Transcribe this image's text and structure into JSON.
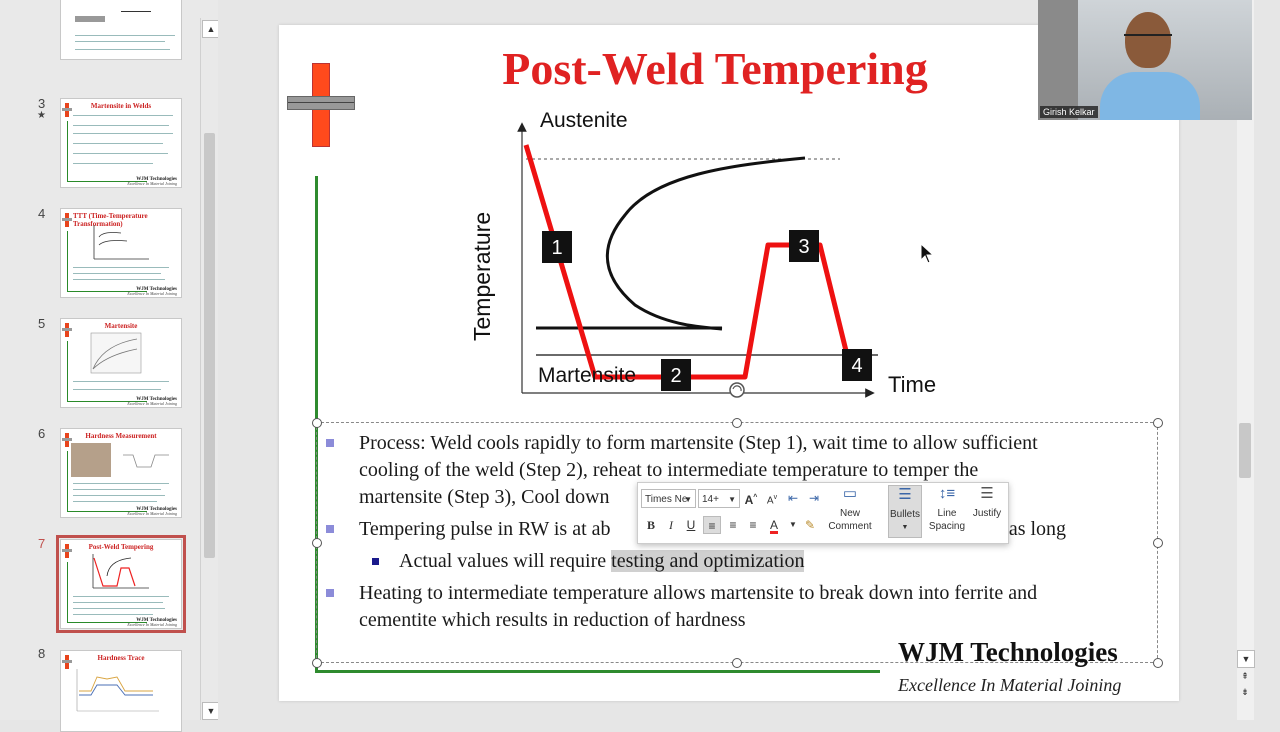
{
  "slide_panel": {
    "slides": [
      {
        "num": "",
        "title": ""
      },
      {
        "num": "3",
        "title": "Martensite in Welds",
        "star": "★",
        "foot": "WJM Technologies",
        "foot_sub": "Excellence In Material Joining"
      },
      {
        "num": "4",
        "title": "TTT (Time-Temperature Transformation)",
        "foot": "WJM Technologies",
        "foot_sub": "Excellence In Material Joining"
      },
      {
        "num": "5",
        "title": "Martensite",
        "foot": "WJM Technologies",
        "foot_sub": "Excellence In Material Joining"
      },
      {
        "num": "6",
        "title": "Hardness Measurement",
        "foot": "WJM Technologies",
        "foot_sub": "Excellence In Material Joining"
      },
      {
        "num": "7",
        "title": "Post-Weld Tempering",
        "foot": "WJM Technologies",
        "foot_sub": "Excellence In Material Joining"
      },
      {
        "num": "8",
        "title": "Hardness Trace"
      }
    ],
    "selected_slide": "7"
  },
  "slide": {
    "title": "Post-Weld Tempering",
    "diagram": {
      "label_austenite": "Austenite",
      "label_temperature": "Temperature",
      "label_martensite": "Martensite",
      "label_time": "Time",
      "steps": [
        "1",
        "2",
        "3",
        "4"
      ]
    },
    "bullets": {
      "b1_line1": "Process: Weld cools rapidly to form martensite (Step 1), wait time to allow sufficient",
      "b1_line2": "cooling of the weld (Step 2), reheat to intermediate temperature to temper the",
      "b1_line3": "martensite (Step 3), Cool down",
      "b2_start": "Tempering pulse in RW is at ab",
      "b2_end": "ice as long",
      "b2_sub_plain": "Actual values will require ",
      "b2_sub_sel": "testing and optimization",
      "b3_line1": "Heating to intermediate temperature allows martensite to break down into ferrite and",
      "b3_line2": "cementite which results in reduction of hardness"
    },
    "footer_main": "WJM Technologies",
    "footer_sub": "Excellence In Material Joining"
  },
  "mini_toolbar": {
    "font_name": "Times Ne",
    "font_size": "14+",
    "grow_font": "A",
    "shrink_font": "A",
    "bold": "B",
    "italic": "I",
    "underline": "U",
    "font_color": "A",
    "new_comment": "New Comment",
    "bullets": "Bullets",
    "line_spacing": "Line Spacing",
    "justify": "Justify"
  },
  "video": {
    "participant_name": "Girish Kelkar"
  }
}
